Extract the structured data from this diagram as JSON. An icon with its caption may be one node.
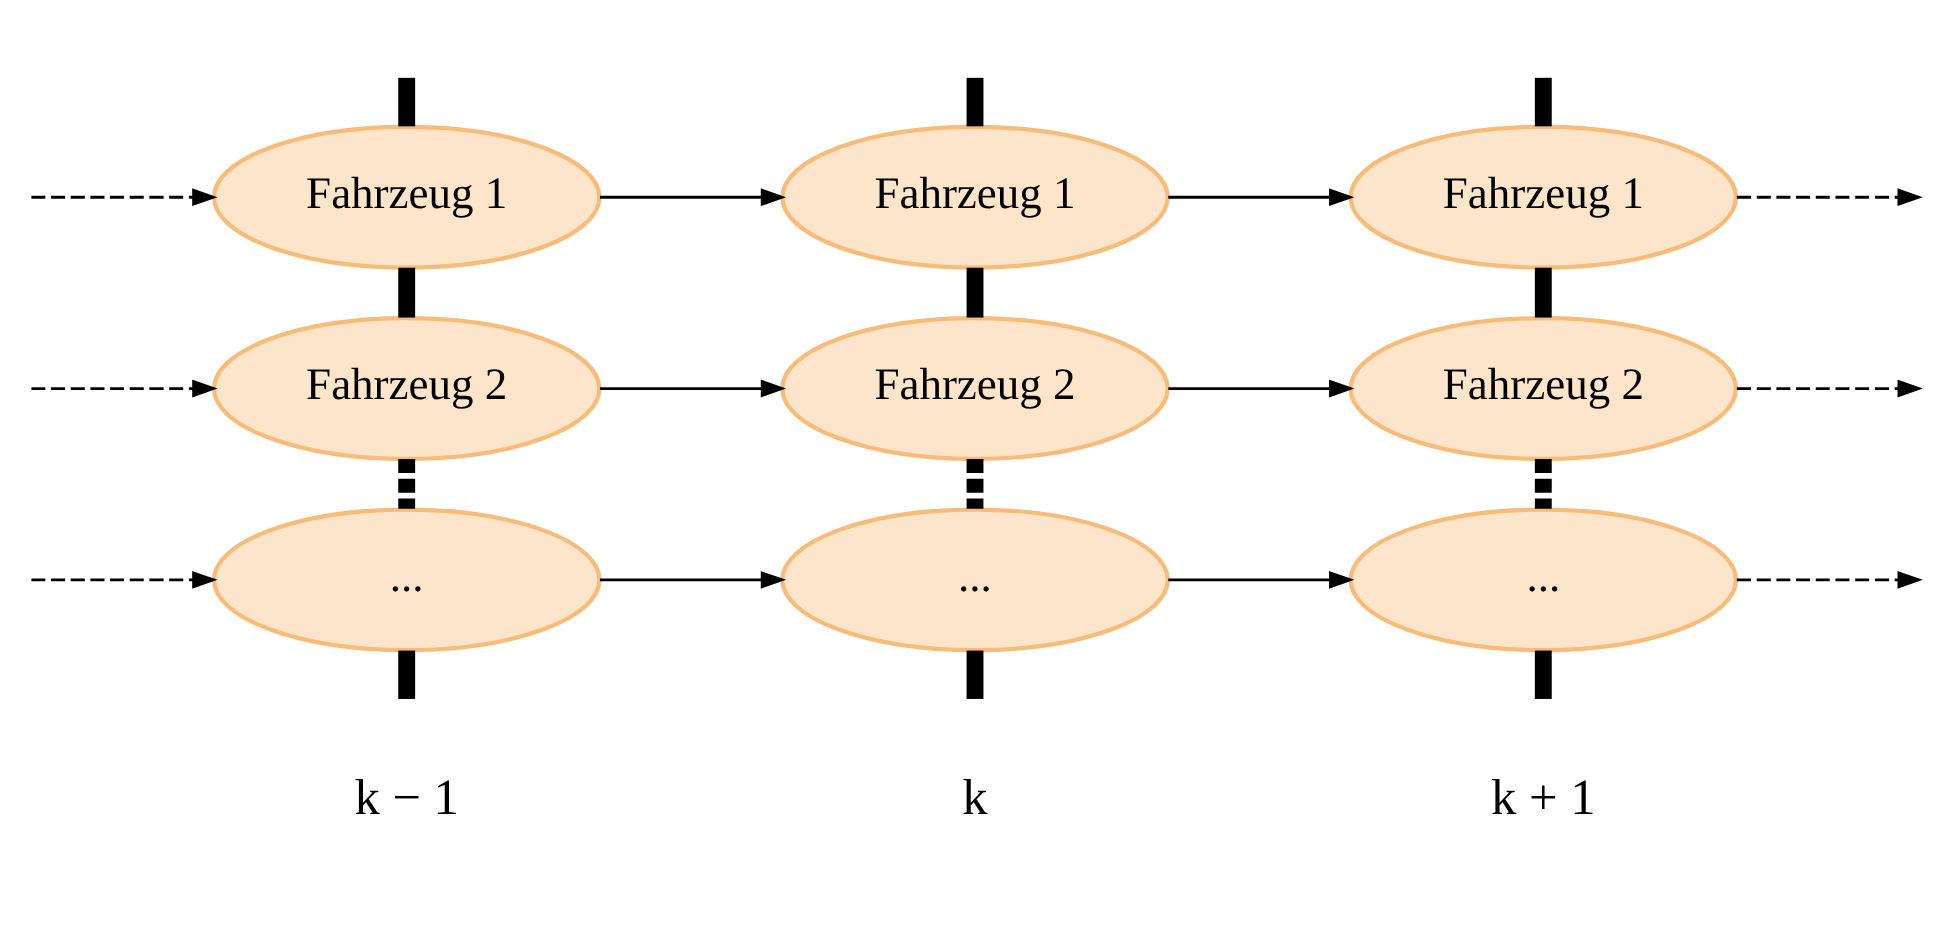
{
  "diagram": {
    "nodes": [
      {
        "text": [
          "Fahrzeug 1"
        ]
      },
      {
        "text": [
          "Fahrzeug 1"
        ]
      },
      {
        "text": [
          "Fahrzeug 1"
        ]
      },
      {
        "text": [
          "Fahrzeug 2"
        ]
      },
      {
        "text": [
          "Fahrzeug 2"
        ]
      },
      {
        "text": [
          "Fahrzeug 2"
        ]
      },
      {
        "text": [
          "..."
        ]
      },
      {
        "text": [
          "..."
        ]
      },
      {
        "text": [
          "..."
        ]
      }
    ],
    "edges": [
      {
        "from": null,
        "to": 0,
        "arrow": "to",
        "style": "dashed"
      },
      {
        "from": 0,
        "to": 1,
        "arrow": "to"
      },
      {
        "from": 1,
        "to": 2,
        "arrow": "to"
      },
      {
        "from": 2,
        "to": null,
        "arrow": "to",
        "style": "dashed"
      },
      {
        "from": null,
        "to": 3,
        "arrow": "to",
        "style": "dashed"
      },
      {
        "from": 3,
        "to": 4,
        "arrow": "to"
      },
      {
        "from": 4,
        "to": 5,
        "arrow": "to"
      },
      {
        "from": 5,
        "to": null,
        "arrow": "to",
        "style": "dashed"
      },
      {
        "from": null,
        "to": 6,
        "arrow": "to",
        "style": "dashed"
      },
      {
        "from": 6,
        "to": 7,
        "arrow": "to"
      },
      {
        "from": 7,
        "to": 8,
        "arrow": "to"
      },
      {
        "from": 8,
        "to": null,
        "arrow": "to",
        "style": "dashed"
      },
      {
        "from": null,
        "to": 0,
        "arrow": "none",
        "style": "thick"
      },
      {
        "from": 0,
        "to": 3,
        "arrow": "none",
        "style": "thick"
      },
      {
        "from": 3,
        "to": 6,
        "arrow": "none",
        "style": "dashed"
      },
      {
        "from": 6,
        "to": null,
        "arrow": "none",
        "style": "thick"
      },
      {
        "from": null,
        "to": 1,
        "arrow": "none",
        "style": "thick"
      },
      {
        "from": 1,
        "to": 4,
        "arrow": "none",
        "style": "thick"
      },
      {
        "from": 4,
        "to": 7,
        "arrow": "none",
        "style": "dashed"
      },
      {
        "from": 7,
        "to": null,
        "arrow": "none",
        "style": "thick"
      },
      {
        "from": null,
        "to": 2,
        "arrow": "none",
        "style": "thick"
      },
      {
        "from": 2,
        "to": 5,
        "arrow": "none",
        "style": "thick"
      },
      {
        "from": 5,
        "to": 8,
        "arrow": "none",
        "style": "dashed"
      },
      {
        "from": 8,
        "to": null,
        "arrow": "none",
        "style": "thick"
      }
    ],
    "labels": [
      "k − 1",
      "k",
      "k + 1"
    ]
  }
}
